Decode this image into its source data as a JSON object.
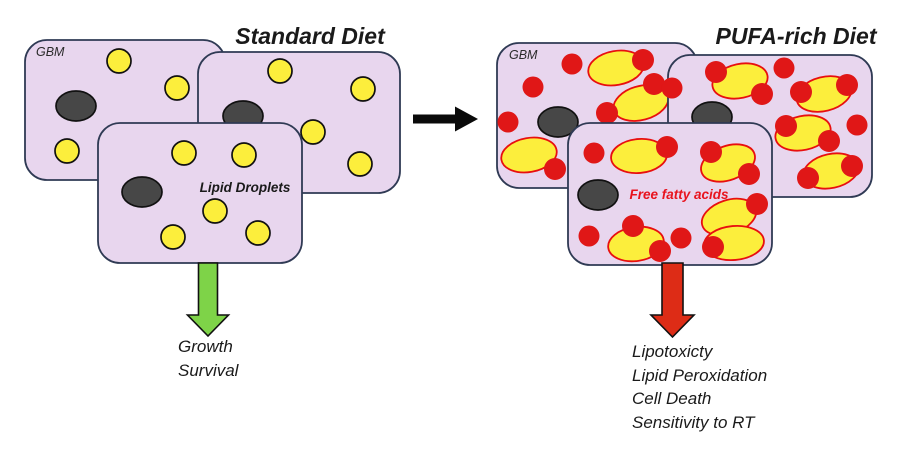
{
  "figure": {
    "left": {
      "title": "Standard Diet",
      "cell_label": "GBM",
      "droplet_label": "Lipid Droplets",
      "outcome_lines": [
        "Growth",
        "Survival"
      ]
    },
    "right": {
      "title": "PUFA-rich Diet",
      "cell_label": "GBM",
      "ffa_label": "Free fatty acids",
      "outcome_lines": [
        "Lipotoxicty",
        "Lipid Peroxidation",
        "Cell Death",
        "Sensitivity to RT"
      ]
    }
  },
  "colors": {
    "cell_fill": "#e8d6ee",
    "cell_stroke": "#2f3a54",
    "droplet_yellow": "#fcee3c",
    "outline_dark": "#111111",
    "nucleus_fill": "#474747",
    "ffa_red": "#e01717",
    "oval_stroke": "#e80f0f",
    "green_arrow": "#7ed348",
    "red_arrow": "#dd2c16",
    "black": "#0a0a0a",
    "text_dark": "#1a1a1a",
    "gbm_text": "#2b2b2b",
    "ffa_text": "#e8141e"
  }
}
